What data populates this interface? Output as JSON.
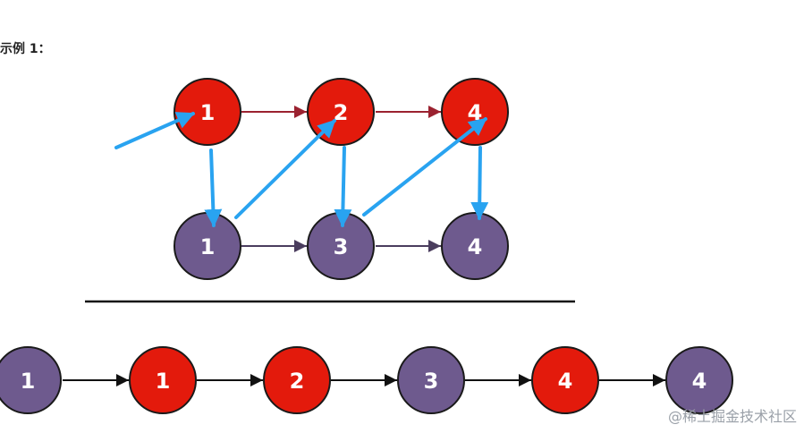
{
  "heading": "示例 1：",
  "watermark": "@稀土掘金技术社区",
  "colors": {
    "list_a_node": "#e31a0c",
    "list_b_node": "#6e5a8e",
    "node_stroke": "#1a1a1a",
    "list_a_arrow": "#9b2230",
    "list_b_arrow": "#4a3d5e",
    "merge_arrow": "#29a3f0",
    "result_arrow": "#111111",
    "separator": "#111111"
  },
  "list_a": [
    {
      "label": "1"
    },
    {
      "label": "2"
    },
    {
      "label": "4"
    }
  ],
  "list_b": [
    {
      "label": "1"
    },
    {
      "label": "3"
    },
    {
      "label": "4"
    }
  ],
  "result": [
    {
      "label": "1",
      "source": "b"
    },
    {
      "label": "1",
      "source": "a"
    },
    {
      "label": "2",
      "source": "a"
    },
    {
      "label": "3",
      "source": "b"
    },
    {
      "label": "4",
      "source": "a"
    },
    {
      "label": "4",
      "source": "b"
    }
  ]
}
